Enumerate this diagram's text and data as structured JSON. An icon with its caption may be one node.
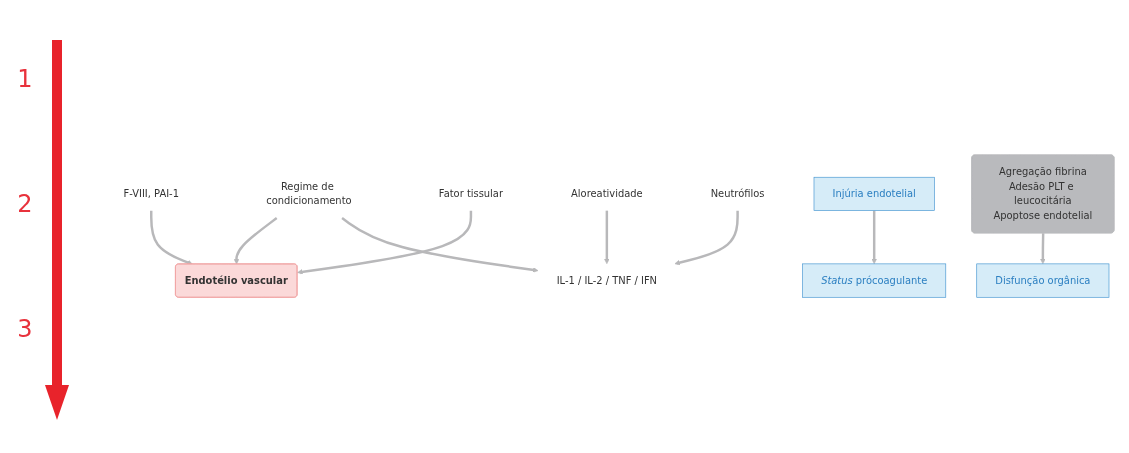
{
  "diagram": {
    "nodes": [
      {
        "text": [
          "Regime de condicionamento"
        ]
      },
      {
        "text": [
          "Aloreatividade"
        ]
      },
      {
        "text": [
          "Neutrófilos"
        ]
      },
      {
        "text": [
          "IL-1 / IL-2 / TNF / IFN"
        ]
      },
      {
        "text": [
          "Endotélio vascular"
        ]
      },
      {
        "text": [
          "F-VIII, PAI-1"
        ]
      },
      {
        "text": [
          "Fator tissular"
        ]
      },
      {
        "text": [
          "Injúria endotelial"
        ]
      },
      {
        "text": [
          "*Status* prócoagulante"
        ]
      },
      {
        "text": [
          "Agregação fibrina",
          "Adesão PLT e leucocitária",
          "Apoptose endotelial"
        ]
      },
      {
        "text": [
          "Disfunção orgânica"
        ]
      }
    ],
    "edges": [
      {
        "from": 0,
        "to": 4,
        "arrow": "to"
      },
      {
        "from": 0,
        "to": 3,
        "arrow": "to"
      },
      {
        "from": 1,
        "to": 3,
        "arrow": "to"
      },
      {
        "from": 2,
        "to": 3,
        "arrow": "to"
      },
      {
        "from": 5,
        "to": 4,
        "arrow": "to"
      },
      {
        "from": 6,
        "to": 4,
        "arrow": "to"
      },
      {
        "from": 7,
        "to": 8,
        "arrow": "to"
      },
      {
        "from": 9,
        "to": 10,
        "arrow": "to"
      }
    ],
    "labels": [
      "1",
      "2",
      "3"
    ]
  }
}
